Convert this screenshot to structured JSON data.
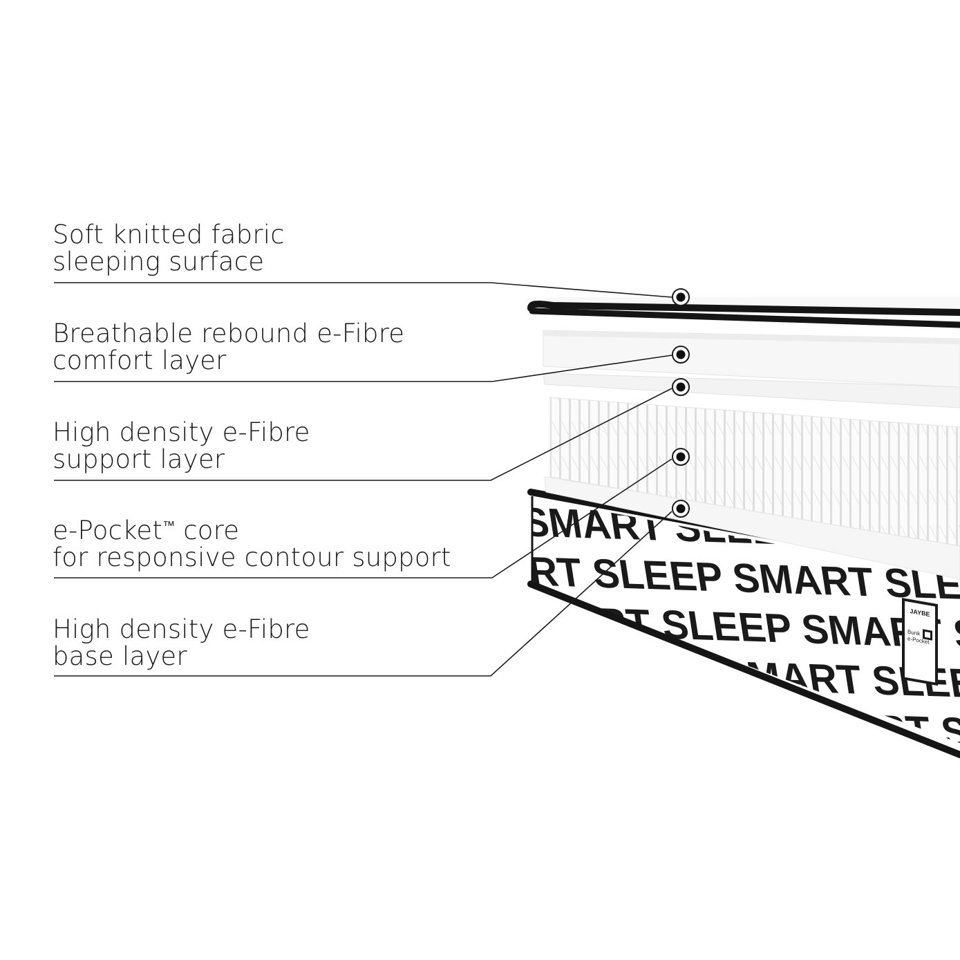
{
  "layers": [
    {
      "line1": "Soft knitted fabric",
      "line2": "sleeping surface"
    },
    {
      "line1": "Breathable rebound e-Fibre",
      "line2": "comfort layer"
    },
    {
      "line1": "High density e-Fibre",
      "line2": "support layer"
    },
    {
      "line1": "e-Pocket",
      "line1_suffix": "™",
      "line1_tail": " core",
      "line2": "for responsive contour support"
    },
    {
      "line1": "High density e-Fibre",
      "line2": "base layer"
    }
  ],
  "brand_print": {
    "word1": "SMART",
    "word2": "SLEEP"
  },
  "tag": {
    "brand": "JAYBE",
    "line1": "Bunk",
    "line2": "e-Pocket"
  },
  "colors": {
    "ink": "#1a1a1a",
    "piping": "#151515",
    "foam": "#f4f4f4",
    "fabric": "#ffffff"
  }
}
